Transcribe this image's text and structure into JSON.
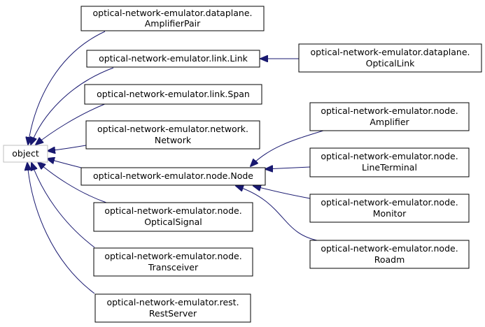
{
  "diagram": {
    "colors": {
      "edge": "#191970",
      "box_border": "#000000",
      "root_border": "#bfbfbf",
      "background": "#ffffff"
    },
    "nodes": {
      "object": {
        "lines": [
          "object"
        ]
      },
      "amplifier_pair": {
        "lines": [
          "optical-network-emulator.dataplane.",
          "AmplifierPair"
        ]
      },
      "link_link": {
        "lines": [
          "optical-network-emulator.link.Link"
        ]
      },
      "dataplane_optical_link": {
        "lines": [
          "optical-network-emulator.dataplane.",
          "OpticalLink"
        ]
      },
      "link_span": {
        "lines": [
          "optical-network-emulator.link.Span"
        ]
      },
      "network_network": {
        "lines": [
          "optical-network-emulator.network.",
          "Network"
        ]
      },
      "node_node": {
        "lines": [
          "optical-network-emulator.node.Node"
        ]
      },
      "node_amplifier": {
        "lines": [
          "optical-network-emulator.node.",
          "Amplifier"
        ]
      },
      "node_line_terminal": {
        "lines": [
          "optical-network-emulator.node.",
          "LineTerminal"
        ]
      },
      "node_monitor": {
        "lines": [
          "optical-network-emulator.node.",
          "Monitor"
        ]
      },
      "node_roadm": {
        "lines": [
          "optical-network-emulator.node.",
          "Roadm"
        ]
      },
      "node_optical_signal": {
        "lines": [
          "optical-network-emulator.node.",
          "OpticalSignal"
        ]
      },
      "node_transceiver": {
        "lines": [
          "optical-network-emulator.node.",
          "Transceiver"
        ]
      },
      "rest_rest_server": {
        "lines": [
          "optical-network-emulator.rest.",
          "RestServer"
        ]
      }
    }
  }
}
